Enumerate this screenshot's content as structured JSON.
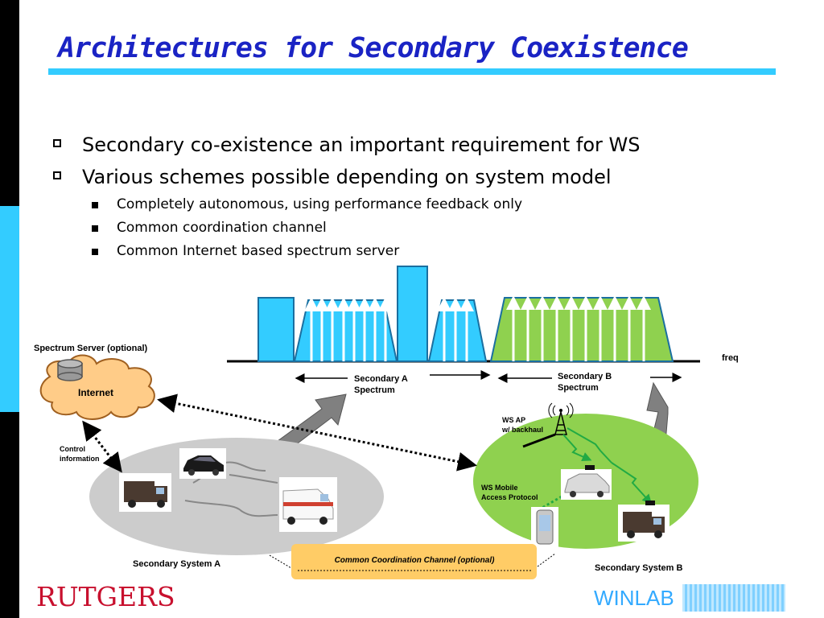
{
  "slide": {
    "title": "Architectures for Secondary Coexistence",
    "bullets": [
      {
        "text": "Secondary co-existence an important requirement for WS",
        "level": 1
      },
      {
        "text": "Various schemes possible depending on system model",
        "level": 1
      },
      {
        "text": "Completely autonomous, using performance feedback only",
        "level": 2
      },
      {
        "text": "Common coordination channel",
        "level": 2
      },
      {
        "text": "Common Internet based spectrum server",
        "level": 2
      }
    ]
  },
  "diagram": {
    "spectrum": {
      "freq_label": "freq",
      "secondary_a_label": [
        "Secondary A",
        "Spectrum"
      ],
      "secondary_b_label": [
        "Secondary B",
        "Spectrum"
      ]
    },
    "spectrum_server_label": "Spectrum Server (optional)",
    "internet_label": "Internet",
    "control_info_label": [
      "Control",
      "information"
    ],
    "system_a_label": "Secondary System A",
    "system_b_label": "Secondary System B",
    "ws_ap_label": [
      "WS AP",
      "w/ backhaul"
    ],
    "ws_mobile_label": [
      "WS Mobile",
      "Access Protocol"
    ],
    "coordination_channel_label": "Common Coordination Channel (optional)"
  },
  "footer": {
    "left_logo": "RUTGERS",
    "right_logo": "WINLAB"
  },
  "colors": {
    "title": "#1a23c4",
    "accent": "#33ccff",
    "spectrum_a": "#33ccff",
    "spectrum_b": "#8fd14f",
    "system_a": "#cccccc",
    "system_b": "#8fd14f",
    "internet": "#ffcc88",
    "coordination": "#ffcc66",
    "rutgers": "#c8102e",
    "winlab": "#33aaff"
  }
}
